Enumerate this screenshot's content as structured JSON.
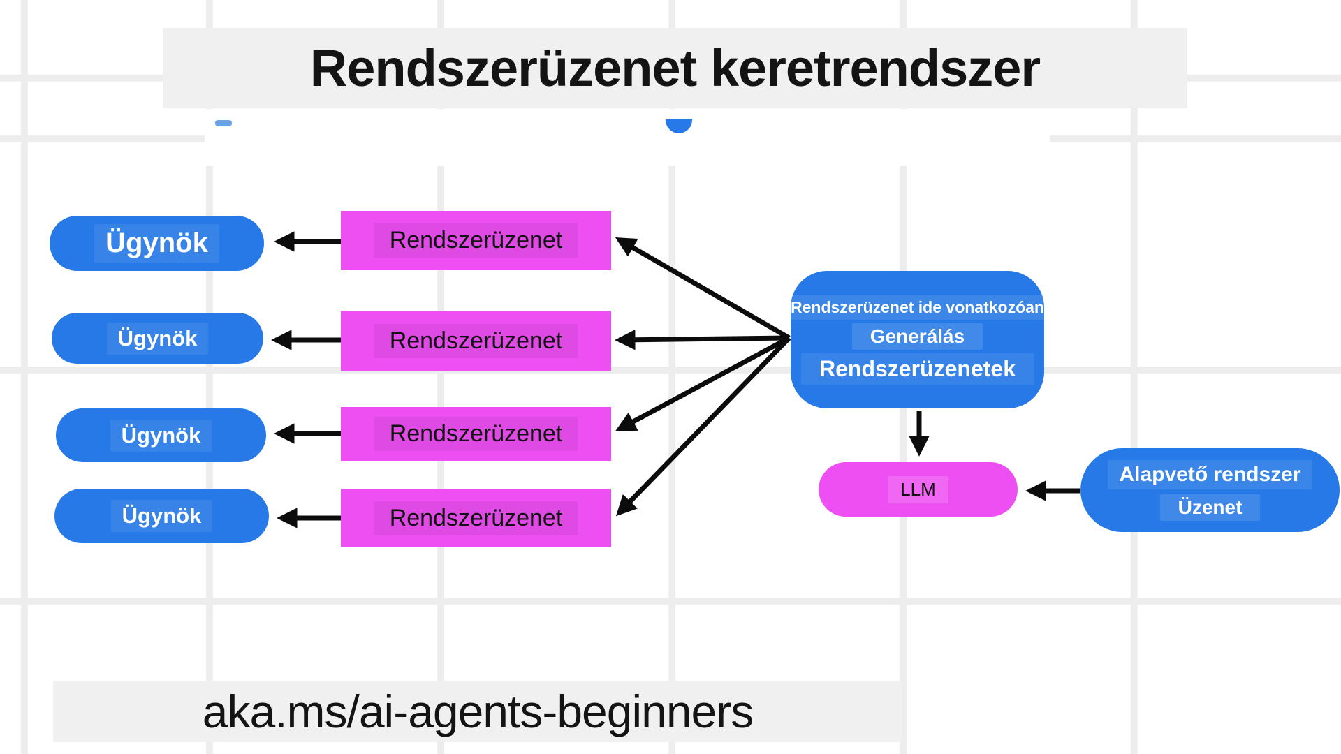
{
  "title": "Rendszerüzenet keretrendszer",
  "footer": "aka.ms/ai-agents-beginners",
  "agent_pills": [
    "Ügynök",
    "Ügynök",
    "Ügynök",
    "Ügynök"
  ],
  "system_message_boxes": [
    "Rendszerüzenet",
    "Rendszerüzenet",
    "Rendszerüzenet",
    "Rendszerüzenet"
  ],
  "generator_box": {
    "line1": "Rendszerüzenet ide vonatkozóan",
    "line2": "Generálás",
    "line3": "Rendszerüzenetek"
  },
  "llm_pill": "LLM",
  "base_system_pill": {
    "line1": "Alapvető rendszer",
    "line2": "Üzenet"
  },
  "colors": {
    "blue": "#2679e6",
    "magenta": "#ee4ff2",
    "band": "#f0f0f0",
    "grid": "#ededed",
    "arrow": "#0c0c0c",
    "dash": "#6ba3e8"
  }
}
